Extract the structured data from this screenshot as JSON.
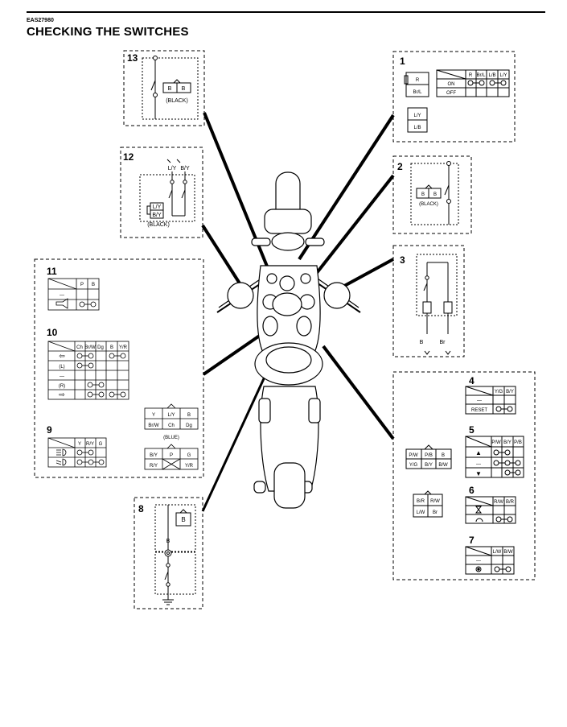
{
  "header": {
    "code": "EAS27980",
    "title": "CHECKING THE SWITCHES"
  },
  "sw1": {
    "num": "1",
    "conn_a": [
      "R",
      "Br/L"
    ],
    "conn_b": [
      "L/Y",
      "L/B"
    ],
    "cols": [
      "R",
      "Br/L",
      "L/B",
      "L/Y"
    ],
    "rows": [
      "ON",
      "OFF"
    ]
  },
  "sw2": {
    "num": "2",
    "conn": [
      "B",
      "B"
    ],
    "color": "(BLACK)"
  },
  "sw3": {
    "num": "3",
    "wires": [
      "B",
      "Br"
    ]
  },
  "sw4": {
    "num": "4",
    "cols": [
      "Y/G",
      "B/Y"
    ],
    "rows": [
      "—",
      "RESET"
    ]
  },
  "sw5": {
    "num": "5",
    "cols": [
      "P/W",
      "B/Y",
      "P/B"
    ],
    "rows": [
      "▲",
      "—",
      "▼"
    ]
  },
  "sw6": {
    "num": "6",
    "cols": [
      "R/W",
      "B/R"
    ]
  },
  "sw7": {
    "num": "7",
    "cols": [
      "L/W",
      "B/W"
    ],
    "rows": [
      "—"
    ]
  },
  "conn_right": {
    "top": [
      "P/W",
      "P/B",
      "B"
    ],
    "bottom": [
      "Y/G",
      "B/Y",
      "B/W"
    ],
    "small_top": [
      "B/R",
      "R/W"
    ],
    "small_bottom": [
      "L/W",
      "Br"
    ]
  },
  "sw8": {
    "num": "8",
    "conn": "B",
    "wire": "B"
  },
  "sw9": {
    "num": "9",
    "cols": [
      "Y",
      "R/Y",
      "G"
    ]
  },
  "sw10": {
    "num": "10",
    "cols": [
      "Ch",
      "Br/W",
      "Dg",
      "B",
      "Y/R"
    ],
    "rows": [
      "⇦",
      "(L)",
      "—",
      "(R)",
      "⇨"
    ]
  },
  "sw11": {
    "num": "11",
    "cols": [
      "P",
      "B"
    ],
    "rows": [
      "—"
    ]
  },
  "conn_left": {
    "top": [
      "Y",
      "L/Y",
      "B"
    ],
    "bottom": [
      "Br/W",
      "Ch",
      "Dg"
    ],
    "color": "(BLUE)",
    "x_top": [
      "B/Y",
      "P",
      "G"
    ],
    "x_bottom": [
      "R/Y",
      "Y/R"
    ]
  },
  "sw12": {
    "num": "12",
    "wires": [
      "L/Y",
      "B/Y"
    ],
    "conn": [
      "L/Y",
      "B/Y"
    ],
    "color": "(BLACK)"
  },
  "sw13": {
    "num": "13",
    "conn": [
      "B",
      "B"
    ],
    "color": "(BLACK)"
  }
}
